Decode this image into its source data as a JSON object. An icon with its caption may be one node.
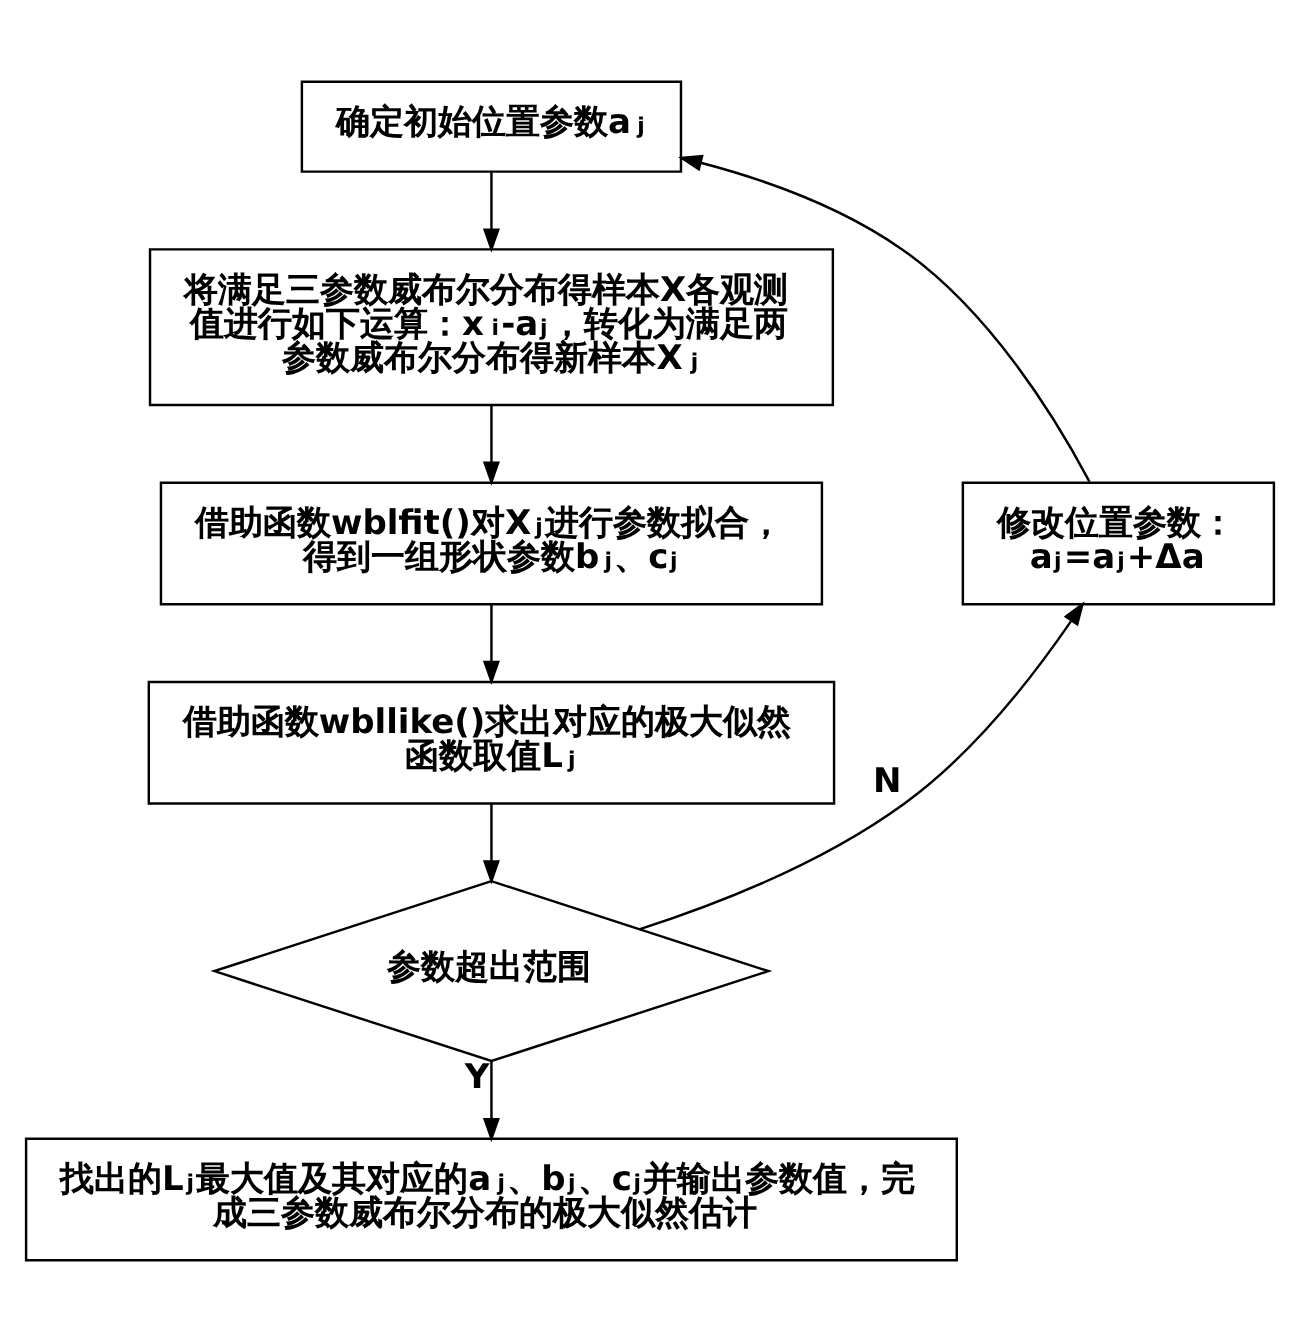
{
  "diagram": {
    "nodes": [
      {
        "text": [
          "确定初始位置参数a$_{j}$"
        ]
      },
      {
        "text": [
          "将满足三参数威布尔分布得样本X各观测值进行如下运算：x$_{i}$-a$_{j}$，转化为满足两参数威布尔分布得新样本X$_{j}$"
        ]
      },
      {
        "text": [
          "借助函数wblfit()对X$_{j}$进行参数拟合，得到一组形状参数b$_{j}$、c$_{j}$"
        ]
      },
      {
        "text": [
          "借助函数wbllike()求出对应的极大似然函数取值L$_{j}$"
        ]
      },
      {
        "text": [
          "参数超出范围"
        ]
      },
      {
        "text": [
          "找出的L$_{j}$最大值及其对应的a$_{j}$、b$_{j}$、c$_{j}$并输出参数值，完成三参数威布尔分布的极大似然估计"
        ]
      },
      {
        "text": [
          "修改位置参数：",
          "a$_{j}$=a$_{j}$+Δa"
        ]
      }
    ],
    "edges": [
      {
        "from": 0,
        "to": 1,
        "arrow": "to"
      },
      {
        "from": 1,
        "to": 2,
        "arrow": "to"
      },
      {
        "from": 2,
        "to": 3,
        "arrow": "to"
      },
      {
        "from": 3,
        "to": 4,
        "arrow": "to"
      },
      {
        "from": 4,
        "to": 5,
        "arrow": "to",
        "label": "Y"
      },
      {
        "from": 4,
        "to": 6,
        "arrow": "to",
        "label": "N"
      },
      {
        "from": 6,
        "to": 0,
        "arrow": "to"
      }
    ]
  }
}
